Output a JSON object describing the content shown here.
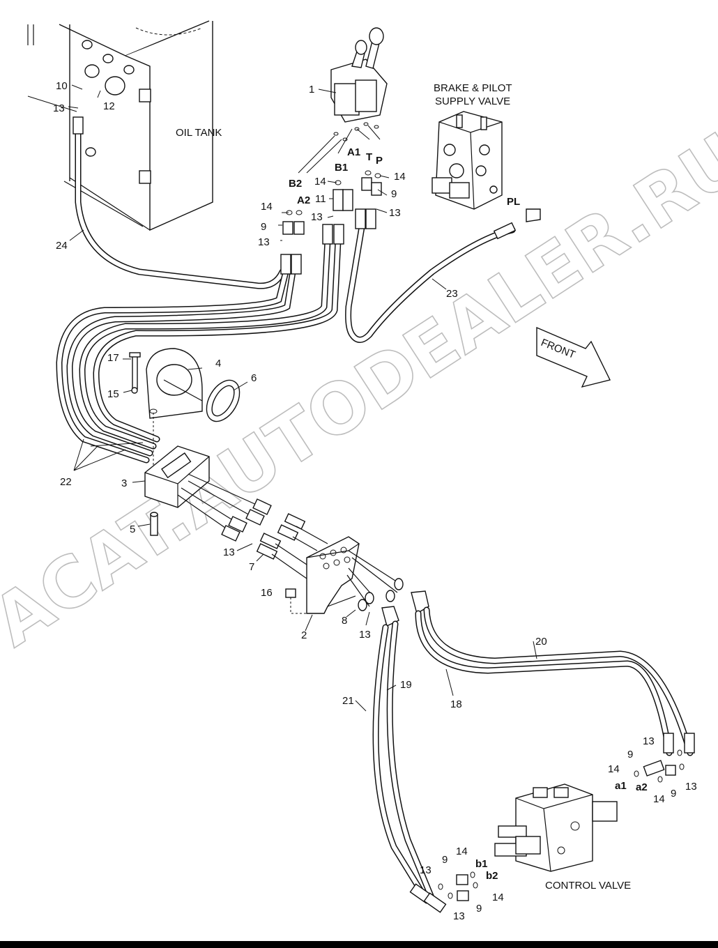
{
  "labels": {
    "oil_tank": "OIL TANK",
    "brake_valve_line1": "BRAKE & PILOT",
    "brake_valve_line2": "SUPPLY VALVE",
    "control_valve": "CONTROL VALVE",
    "front_arrow": "FRONT"
  },
  "ports": {
    "B2": "B2",
    "A2": "A2",
    "B1": "B1",
    "A1": "A1",
    "T": "T",
    "P": "P",
    "PL": "PL",
    "a1": "a1",
    "a2": "a2",
    "b1": "b1",
    "b2": "b2"
  },
  "callouts": {
    "n1": "1",
    "n2": "2",
    "n3": "3",
    "n4": "4",
    "n5": "5",
    "n6": "6",
    "n7": "7",
    "n8": "8",
    "n9": "9",
    "n10": "10",
    "n11": "11",
    "n12": "12",
    "n13": "13",
    "n14": "14",
    "n15": "15",
    "n16": "16",
    "n17": "17",
    "n18": "18",
    "n19": "19",
    "n20": "20",
    "n21": "21",
    "n22": "22",
    "n23": "23",
    "n24": "24"
  },
  "watermark": "ACAT.AUTODEALER.RU"
}
